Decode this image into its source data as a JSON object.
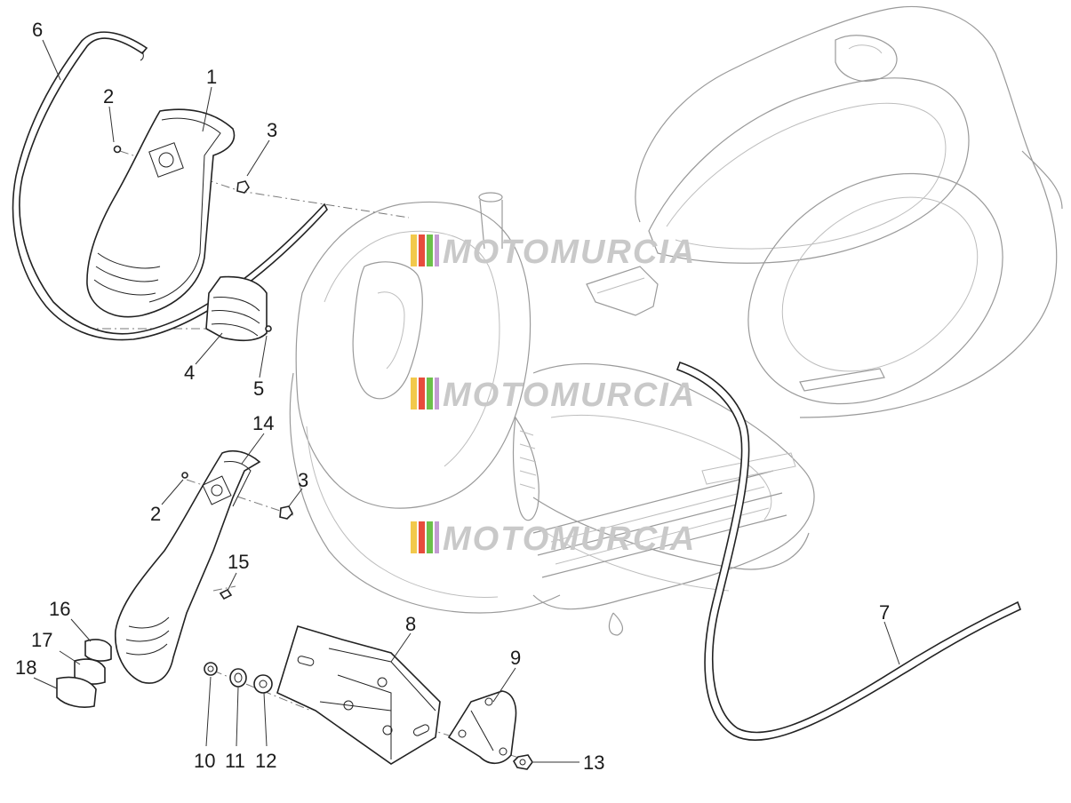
{
  "diagram": {
    "watermark_text": "MOTOMURCIA",
    "watermark_colors": [
      "#f2c94c",
      "#e74c3c",
      "#6cc04a",
      "#9b59b6"
    ],
    "callouts": [
      {
        "id": "c6",
        "label": "6"
      },
      {
        "id": "c2a",
        "label": "2"
      },
      {
        "id": "c1",
        "label": "1"
      },
      {
        "id": "c3a",
        "label": "3"
      },
      {
        "id": "c4",
        "label": "4"
      },
      {
        "id": "c5",
        "label": "5"
      },
      {
        "id": "c14",
        "label": "14"
      },
      {
        "id": "c2b",
        "label": "2"
      },
      {
        "id": "c3b",
        "label": "3"
      },
      {
        "id": "c15",
        "label": "15"
      },
      {
        "id": "c16",
        "label": "16"
      },
      {
        "id": "c17",
        "label": "17"
      },
      {
        "id": "c18",
        "label": "18"
      },
      {
        "id": "c8",
        "label": "8"
      },
      {
        "id": "c9",
        "label": "9"
      },
      {
        "id": "c7",
        "label": "7"
      },
      {
        "id": "c10",
        "label": "10"
      },
      {
        "id": "c11",
        "label": "11"
      },
      {
        "id": "c12",
        "label": "12"
      },
      {
        "id": "c13",
        "label": "13"
      }
    ]
  }
}
